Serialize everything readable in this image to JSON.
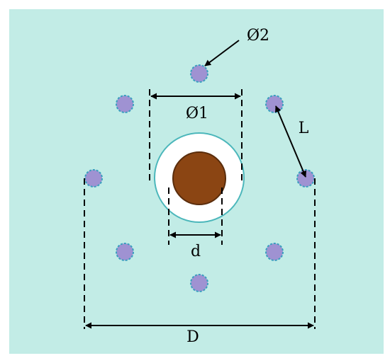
{
  "colors": {
    "panel_bg": "#c2ece6",
    "hole_fill": "#9f92d2",
    "hole_edge": "#3a9fbf",
    "ring_fill": "#ffffff",
    "ring_edge": "#4cb7bb",
    "core_fill": "#8b4513",
    "core_edge": "#5a2d0c",
    "line": "#000000"
  },
  "labels": {
    "outer_hole_diameter": "Ø2",
    "inner_diameter": "Ø1",
    "hole_spacing": "L",
    "core_diameter": "d",
    "pattern_diameter": "D"
  },
  "hole_count": 8
}
